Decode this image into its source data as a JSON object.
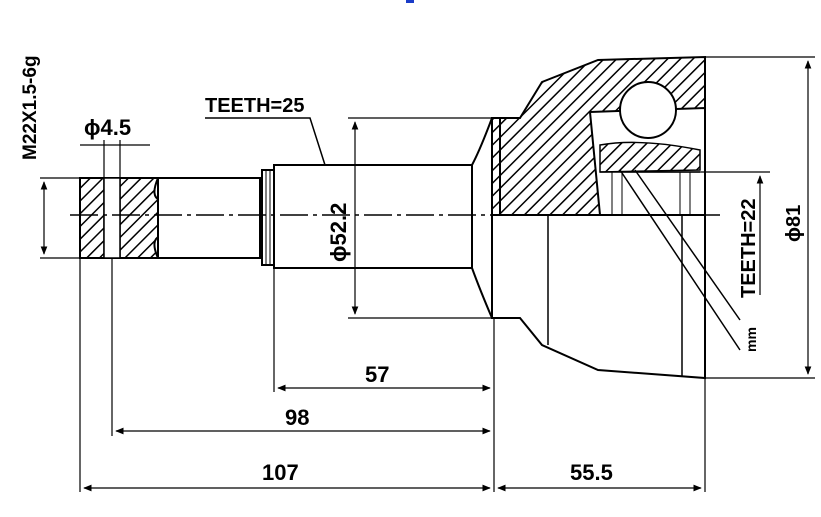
{
  "drawing": {
    "thread_spec": "M22X1.5-6g",
    "pin_diameter": "ϕ4.5",
    "spline_teeth_outer": "TEETH=25",
    "shaft_diameter": "ϕ52.2",
    "spline_teeth_inner": "TEETH=22",
    "housing_diameter": "ϕ81",
    "side_mark": "mm",
    "dim_57": "57",
    "dim_98": "98",
    "dim_107": "107",
    "dim_55_5": "55.5"
  },
  "colors": {
    "line": "#000000",
    "background": "#ffffff",
    "accent": "#1a3cc8"
  }
}
